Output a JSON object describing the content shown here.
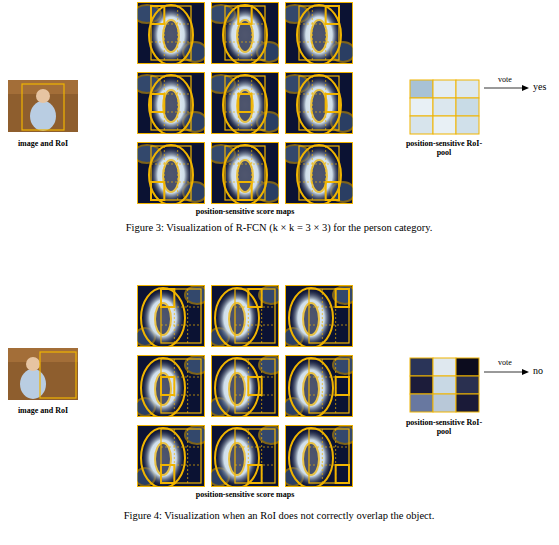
{
  "diagram": {
    "labels": [
      "image and RoI",
      "position-sensitive score maps",
      "position-sensitive RoI-pool",
      "vote",
      "yes",
      "Figure 3: Visualization of R-FCN (k × k = 3 × 3) for the person category.",
      "image and RoI",
      "position-sensitive score maps",
      "position-sensitive RoI-pool",
      "vote",
      "no",
      "Figure 4: Visualization when an RoI does not correctly overlap the object."
    ]
  }
}
